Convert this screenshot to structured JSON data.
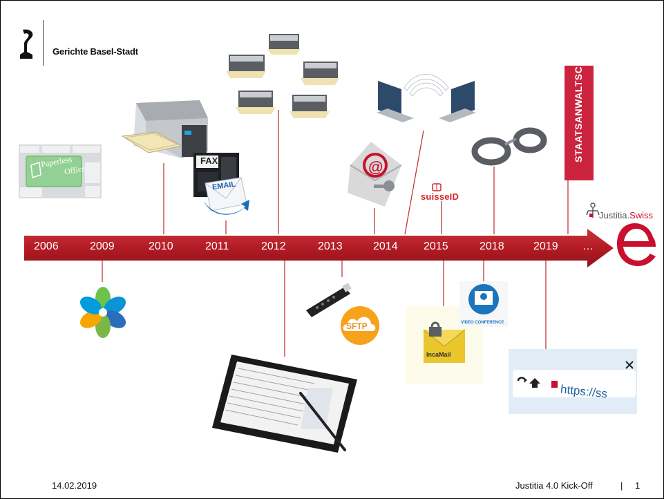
{
  "header": {
    "organization": "Gerichte Basel-Stadt",
    "crest": "basel-staff-crest-icon"
  },
  "timeline": {
    "arrow_color": "#b31b24",
    "years": [
      "2006",
      "2009",
      "2010",
      "2011",
      "2012",
      "2013",
      "2014",
      "2015",
      "2018",
      "2019",
      "…"
    ]
  },
  "items": {
    "paperless_office": {
      "label_line1": "Paperless",
      "label_line2": "Office"
    },
    "fax": {
      "label": "FAX"
    },
    "email": {
      "label": "EMAIL"
    },
    "email_lock": {
      "symbol": "@"
    },
    "suisseid": {
      "label": "suisseID"
    },
    "staatsanwaltschaft": {
      "label": "STAATSANWALTSCHAFT"
    },
    "justitia_swiss": {
      "label_a": "Justitia.",
      "label_b": "Swiss"
    },
    "sftp": {
      "label": "SFTP"
    },
    "incamail": {
      "label": "IncaMail"
    },
    "video_conference": {
      "label": "VIDEO CONFERENCE"
    },
    "browser": {
      "url_fragment": "https://ss"
    }
  },
  "footer": {
    "date": "14.02.2019",
    "title": "Justitia 4.0 Kick-Off",
    "separator": "|",
    "page": "1"
  }
}
